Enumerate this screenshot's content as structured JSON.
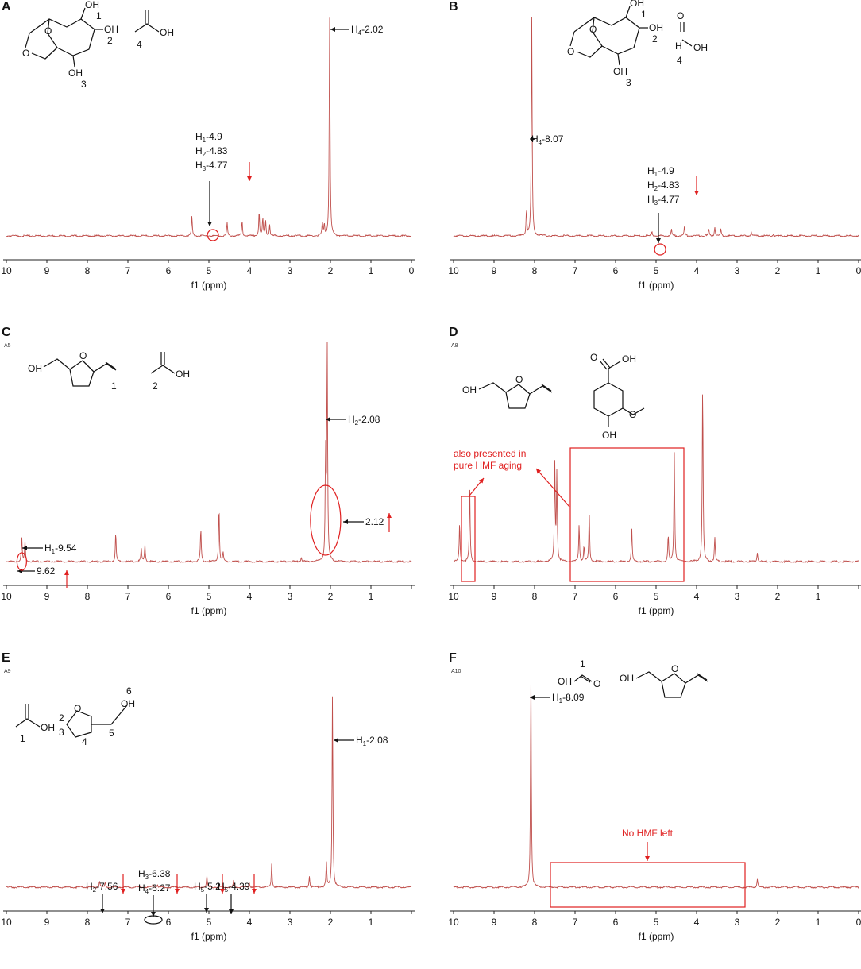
{
  "figure": {
    "panels": [
      {
        "letter": "A",
        "tag": "",
        "x_axis_label": "f1 (ppm)",
        "molecule": {
          "kind": "levoglucosan",
          "oh_labels": [
            "OH",
            "OH",
            "OH"
          ],
          "numbers": [
            "1",
            "2",
            "3"
          ],
          "ring_o_labels": [
            "O",
            "O"
          ],
          "acid": {
            "name": "acetic acid",
            "oh": "OH",
            "o": "",
            "number": "4"
          }
        },
        "annotations": [
          {
            "id": "h4",
            "lines": [
              [
                "H",
                "4",
                "-2.02"
              ]
            ]
          },
          {
            "id": "h123",
            "lines": [
              [
                "H",
                "1",
                "-4.9"
              ],
              [
                "H",
                "2",
                "-4.83"
              ],
              [
                "H",
                "3",
                "-4.77"
              ]
            ]
          }
        ],
        "red_arrows": [
          {
            "direction": "down",
            "x": 4.0
          }
        ],
        "markers": [
          {
            "shape": "circle",
            "color": "#e02020",
            "x": 4.9
          }
        ]
      },
      {
        "letter": "B",
        "tag": "",
        "x_axis_label": "f1 (ppm)",
        "molecule": {
          "kind": "levoglucosan",
          "oh_labels": [
            "OH",
            "OH",
            "OH"
          ],
          "numbers": [
            "1",
            "2",
            "3"
          ],
          "ring_o_labels": [
            "O",
            "O"
          ],
          "acid": {
            "name": "formic acid",
            "oh": "OH",
            "o": "O",
            "h": "H",
            "number": "4"
          }
        },
        "annotations": [
          {
            "id": "h4",
            "lines": [
              [
                "H",
                "4",
                "-8.07"
              ]
            ]
          },
          {
            "id": "h123",
            "lines": [
              [
                "H",
                "1",
                "-4.9"
              ],
              [
                "H",
                "2",
                "-4.83"
              ],
              [
                "H",
                "3",
                "-4.77"
              ]
            ]
          }
        ],
        "red_arrows": [
          {
            "direction": "down",
            "x": 4.0
          }
        ],
        "markers": [
          {
            "shape": "circle",
            "color": "#e02020",
            "x": 4.9
          }
        ]
      },
      {
        "letter": "C",
        "tag": "A5",
        "x_axis_label": "f1 (ppm)",
        "molecule": {
          "kind": "hmf_acetic",
          "oh": "OH",
          "ring_o": "O",
          "number_hmf": "1",
          "acid_oh": "OH",
          "acid_number": "2"
        },
        "annotations": [
          {
            "id": "h2",
            "lines": [
              [
                "H",
                "2",
                "-2.08"
              ]
            ]
          },
          {
            "id": "v212",
            "lines": [
              [
                "",
                "",
                "2.12"
              ]
            ]
          },
          {
            "id": "h1",
            "lines": [
              [
                "H",
                "1",
                "-9.54"
              ]
            ]
          },
          {
            "id": "v962",
            "lines": [
              [
                "",
                "",
                "9.62"
              ]
            ]
          }
        ],
        "red_arrows": [
          {
            "direction": "up",
            "x": 1.6
          },
          {
            "direction": "up",
            "x": 8.5
          }
        ],
        "markers": [
          {
            "shape": "ellipse",
            "color": "#e02020",
            "x": 2.12
          },
          {
            "shape": "ellipse",
            "color": "#e02020",
            "x": 9.62
          }
        ]
      },
      {
        "letter": "D",
        "tag": "A8",
        "x_axis_label": "f1 (ppm)",
        "molecule": {
          "kind": "hmf_vanillic",
          "oh": "OH",
          "ring_o": "O",
          "acid_oh": "OH",
          "acid_o": "O",
          "phenol_oh": "OH",
          "methoxy_o": "O"
        },
        "annotations": [
          {
            "id": "note",
            "lines": [
              [
                "",
                "",
                "also presented in"
              ],
              [
                "",
                "",
                "pure HMF aging"
              ]
            ]
          }
        ],
        "red_arrows": [],
        "markers": [
          {
            "shape": "rect",
            "color": "#e02020",
            "x": 9.6
          },
          {
            "shape": "rect",
            "color": "#e02020",
            "x": 5.7
          }
        ]
      },
      {
        "letter": "E",
        "tag": "A9",
        "x_axis_label": "f1 (ppm)",
        "molecule": {
          "kind": "acetic_oxazole",
          "acid_oh": "OH",
          "acid_number": "1",
          "ring_o": "O",
          "nums": [
            "2",
            "3",
            "4",
            "5",
            "6"
          ],
          "oh": "OH"
        },
        "annotations": [
          {
            "id": "h1",
            "lines": [
              [
                "H",
                "1",
                "-2.08"
              ]
            ]
          },
          {
            "id": "h2",
            "lines": [
              [
                "H",
                "2",
                "-7.56"
              ]
            ]
          },
          {
            "id": "h34",
            "lines": [
              [
                "H",
                "3",
                "-6.38"
              ],
              [
                "H",
                "4",
                "-6.27"
              ]
            ]
          },
          {
            "id": "h5a",
            "lines": [
              [
                "H",
                "5",
                "-5.2"
              ]
            ]
          },
          {
            "id": "h5b",
            "lines": [
              [
                "H",
                "5",
                "-4.39"
              ]
            ]
          }
        ],
        "red_arrows": [
          {
            "direction": "down",
            "x": 7.0
          },
          {
            "direction": "down",
            "x": 5.6
          },
          {
            "direction": "down",
            "x": 4.87
          },
          {
            "direction": "down",
            "x": 3.85
          }
        ],
        "markers": [
          {
            "shape": "ellipse",
            "color": "#111111",
            "x": 6.3
          }
        ]
      },
      {
        "letter": "F",
        "tag": "A10",
        "x_axis_label": "f1 (ppm)",
        "molecule": {
          "kind": "formic_hmf",
          "formic_oh": "OH",
          "formic_o": "O",
          "formic_number": "1",
          "oh": "OH",
          "ring_o": "O"
        },
        "annotations": [
          {
            "id": "h1",
            "lines": [
              [
                "H",
                "1",
                "-8.09"
              ]
            ]
          },
          {
            "id": "note",
            "lines": [
              [
                "",
                "",
                "No HMF left"
              ]
            ]
          }
        ],
        "red_arrows": [
          {
            "direction": "down",
            "x": 5.2
          }
        ],
        "markers": [
          {
            "shape": "rect",
            "color": "#e02020",
            "x": 5.2
          }
        ]
      }
    ]
  },
  "chart_data": [
    {
      "type": "line",
      "panel": "A",
      "title": "",
      "xlabel": "f1 (ppm)",
      "ylabel": "",
      "xlim": [
        10,
        0
      ],
      "x_reversed": true,
      "x_ticks": [
        "10",
        "9",
        "8",
        "7",
        "6",
        "5",
        "4",
        "3",
        "2",
        "1",
        "0"
      ],
      "line_color": "#c0504d",
      "peaks": [
        {
          "x": 5.42,
          "h": 0.09
        },
        {
          "x": 4.55,
          "h": 0.06
        },
        {
          "x": 4.18,
          "h": 0.07
        },
        {
          "x": 3.76,
          "h": 0.11
        },
        {
          "x": 3.67,
          "h": 0.08
        },
        {
          "x": 3.6,
          "h": 0.07
        },
        {
          "x": 3.5,
          "h": 0.05
        },
        {
          "x": 2.2,
          "h": 0.06
        },
        {
          "x": 2.15,
          "h": 0.05
        },
        {
          "x": 2.02,
          "h": 0.99
        }
      ]
    },
    {
      "type": "line",
      "panel": "B",
      "title": "",
      "xlabel": "f1 (ppm)",
      "ylabel": "",
      "xlim": [
        10,
        0
      ],
      "x_reversed": true,
      "x_ticks": [
        "10",
        "9",
        "8",
        "7",
        "6",
        "5",
        "4",
        "3",
        "2",
        "1",
        "0"
      ],
      "line_color": "#c0504d",
      "peaks": [
        {
          "x": 8.2,
          "h": 0.12
        },
        {
          "x": 8.07,
          "h": 1.0
        },
        {
          "x": 5.1,
          "h": 0.02
        },
        {
          "x": 4.62,
          "h": 0.03
        },
        {
          "x": 4.3,
          "h": 0.04
        },
        {
          "x": 3.7,
          "h": 0.03
        },
        {
          "x": 3.55,
          "h": 0.04
        },
        {
          "x": 3.4,
          "h": 0.03
        },
        {
          "x": 2.65,
          "h": 0.02
        },
        {
          "x": 2.1,
          "h": 0.01
        }
      ]
    },
    {
      "type": "line",
      "panel": "C",
      "title": "",
      "xlabel": "f1 (ppm)",
      "ylabel": "",
      "xlim": [
        10,
        0
      ],
      "x_reversed": true,
      "x_ticks": [
        "10",
        "9",
        "8",
        "7",
        "6",
        "5",
        "4",
        "3",
        "2",
        "1",
        ""
      ],
      "line_color": "#c0504d",
      "peaks": [
        {
          "x": 9.62,
          "h": 0.11
        },
        {
          "x": 9.54,
          "h": 0.09
        },
        {
          "x": 7.3,
          "h": 0.13
        },
        {
          "x": 6.67,
          "h": 0.06
        },
        {
          "x": 6.58,
          "h": 0.08
        },
        {
          "x": 5.2,
          "h": 0.15
        },
        {
          "x": 4.75,
          "h": 0.25
        },
        {
          "x": 4.65,
          "h": 0.04
        },
        {
          "x": 2.72,
          "h": 0.02
        },
        {
          "x": 2.12,
          "h": 0.48
        },
        {
          "x": 2.08,
          "h": 0.97
        }
      ]
    },
    {
      "type": "line",
      "panel": "D",
      "title": "",
      "xlabel": "f1 (ppm)",
      "ylabel": "",
      "xlim": [
        10,
        0
      ],
      "x_reversed": true,
      "x_ticks": [
        "10",
        "9",
        "8",
        "7",
        "6",
        "5",
        "4",
        "3",
        "2",
        "1",
        ""
      ],
      "line_color": "#c0504d",
      "peaks": [
        {
          "x": 9.85,
          "h": 0.17
        },
        {
          "x": 9.6,
          "h": 0.33
        },
        {
          "x": 7.5,
          "h": 0.44
        },
        {
          "x": 7.45,
          "h": 0.4
        },
        {
          "x": 6.9,
          "h": 0.17
        },
        {
          "x": 6.78,
          "h": 0.07
        },
        {
          "x": 6.65,
          "h": 0.22
        },
        {
          "x": 5.6,
          "h": 0.15
        },
        {
          "x": 4.7,
          "h": 0.12
        },
        {
          "x": 4.55,
          "h": 0.5
        },
        {
          "x": 3.85,
          "h": 0.8
        },
        {
          "x": 3.55,
          "h": 0.11
        },
        {
          "x": 2.5,
          "h": 0.04
        }
      ]
    },
    {
      "type": "line",
      "panel": "E",
      "title": "",
      "xlabel": "f1 (ppm)",
      "ylabel": "",
      "xlim": [
        10,
        0
      ],
      "x_reversed": true,
      "x_ticks": [
        "10",
        "9",
        "8",
        "7",
        "6",
        "5",
        "4",
        "3",
        "2",
        "1",
        ""
      ],
      "line_color": "#c0504d",
      "peaks": [
        {
          "x": 7.7,
          "h": 0.03
        },
        {
          "x": 7.56,
          "h": 0.02
        },
        {
          "x": 6.38,
          "h": 0.015
        },
        {
          "x": 6.27,
          "h": 0.015
        },
        {
          "x": 5.05,
          "h": 0.05
        },
        {
          "x": 4.39,
          "h": 0.03
        },
        {
          "x": 4.0,
          "h": 0.02
        },
        {
          "x": 3.45,
          "h": 0.11
        },
        {
          "x": 2.52,
          "h": 0.05
        },
        {
          "x": 2.1,
          "h": 0.11
        },
        {
          "x": 1.95,
          "h": 0.87
        }
      ]
    },
    {
      "type": "line",
      "panel": "F",
      "title": "",
      "xlabel": "f1 (ppm)",
      "ylabel": "",
      "xlim": [
        10,
        0
      ],
      "x_reversed": true,
      "x_ticks": [
        "10",
        "9",
        "8",
        "7",
        "6",
        "5",
        "4",
        "3",
        "2",
        "1",
        "0"
      ],
      "line_color": "#c0504d",
      "peaks": [
        {
          "x": 8.09,
          "h": 0.97
        },
        {
          "x": 2.5,
          "h": 0.04
        }
      ]
    }
  ]
}
